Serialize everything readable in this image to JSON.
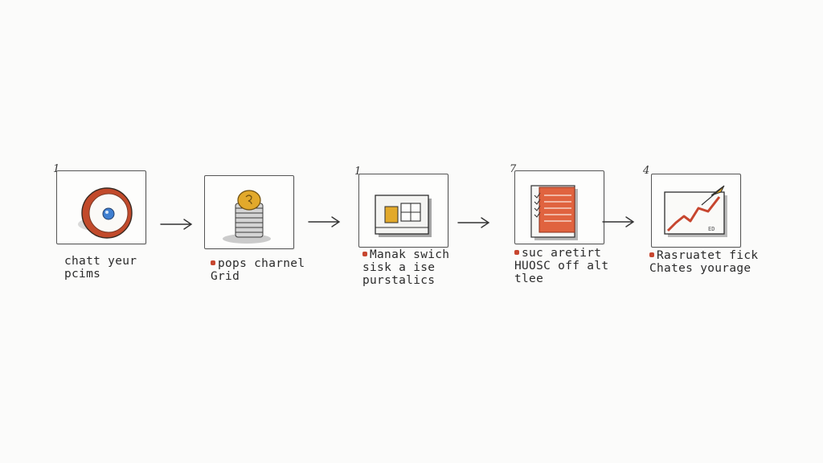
{
  "steps": [
    {
      "number": "1",
      "lines": [
        "chatt yeur",
        "pcims"
      ],
      "bullet": false,
      "icon": "target-icon"
    },
    {
      "number": "",
      "lines": [
        "pops charnel",
        "Grid"
      ],
      "bullet": true,
      "icon": "coin-stack-icon"
    },
    {
      "number": "1",
      "lines": [
        "Manak swich",
        "sisk a ise",
        "purstalics"
      ],
      "bullet": true,
      "icon": "grid-window-icon"
    },
    {
      "number": "7",
      "lines": [
        "suc aretirt",
        "HUOSC off alt",
        "tlee"
      ],
      "bullet": true,
      "icon": "checklist-icon"
    },
    {
      "number": "4",
      "lines": [
        "Rasruatet fick",
        "Chates yourage"
      ],
      "bullet": true,
      "icon": "growth-chart-icon"
    }
  ],
  "icon_text": {
    "chart_corner": "ED"
  },
  "colors": {
    "accent_red": "#c7462f",
    "gold": "#e2a92b",
    "blue": "#3f7fd0",
    "ink": "#2a2a2a"
  }
}
